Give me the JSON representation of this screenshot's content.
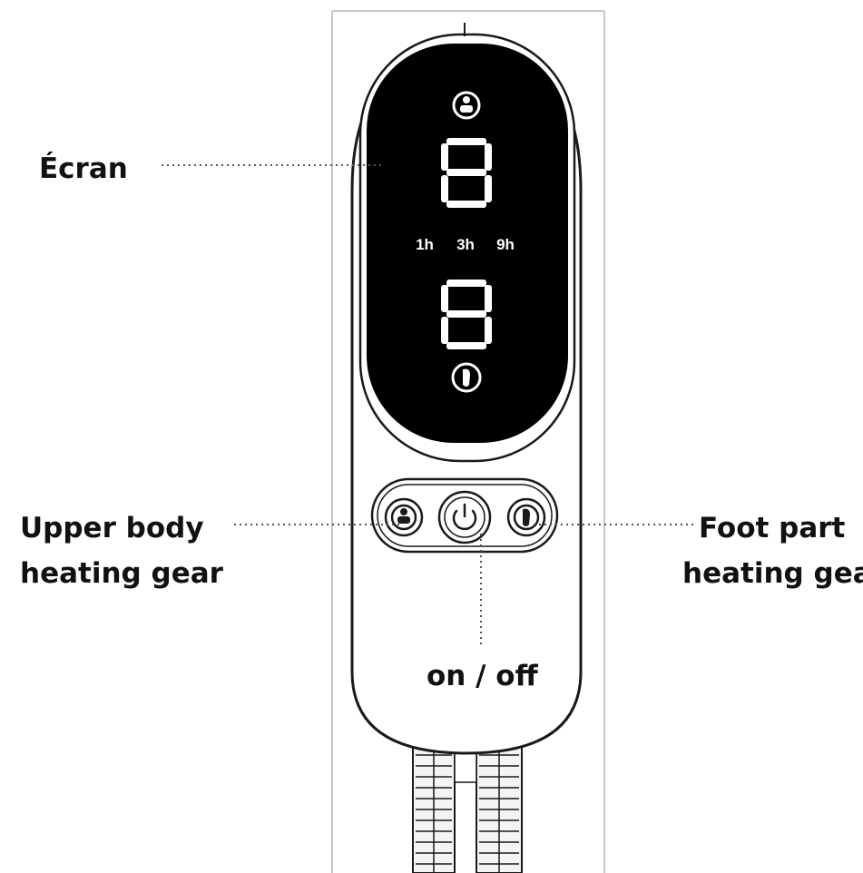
{
  "callouts": {
    "screen": "Écran",
    "upper_body_line1": "Upper body",
    "upper_body_line2": "heating gear",
    "foot_part_line1": "Foot part",
    "foot_part_line2": "heating gear",
    "power": "on / off"
  },
  "display": {
    "upper_digit": "8",
    "lower_digit": "8",
    "timer_options": [
      "1h",
      "3h",
      "9h"
    ]
  },
  "icons": {
    "upper_body": "person-icon",
    "foot": "foot-icon",
    "power": "power-icon"
  },
  "colors": {
    "screen": "#000000",
    "outline": "#1a1a1a",
    "leader": "#555555"
  }
}
